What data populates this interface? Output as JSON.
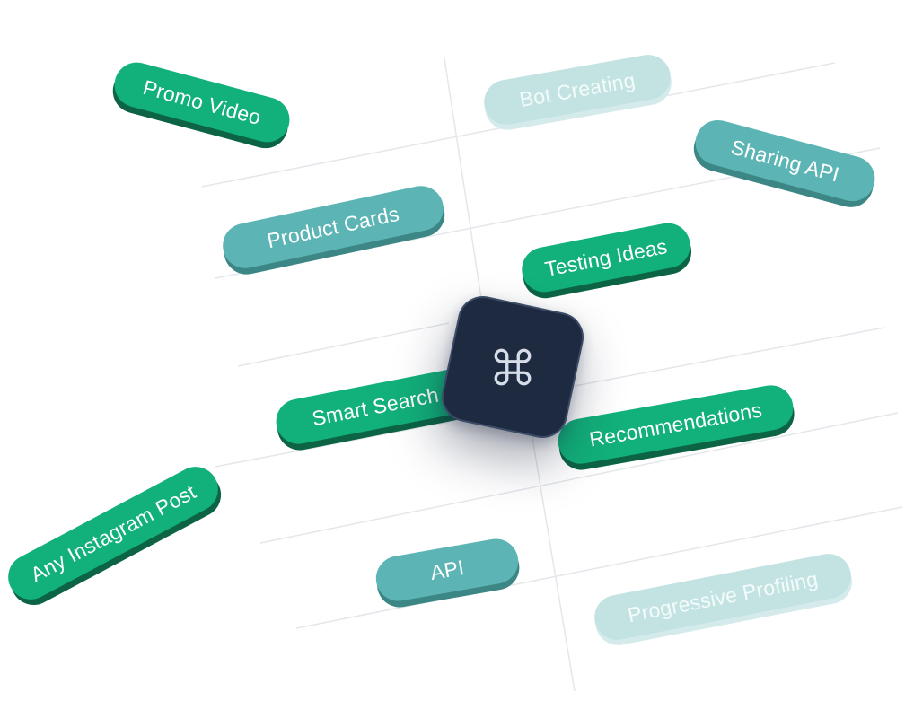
{
  "pills": [
    {
      "name": "pill-promo-video",
      "label": "Promo Video",
      "style": "green"
    },
    {
      "name": "pill-bot-creating",
      "label": "Bot Creating",
      "style": "faded"
    },
    {
      "name": "pill-sharing-api",
      "label": "Sharing API",
      "style": "teal"
    },
    {
      "name": "pill-product-cards",
      "label": "Product Cards",
      "style": "teal"
    },
    {
      "name": "pill-testing-ideas",
      "label": "Testing Ideas",
      "style": "green"
    },
    {
      "name": "pill-smart-search",
      "label": "Smart Search",
      "style": "green"
    },
    {
      "name": "pill-recommendations",
      "label": "Recommendations",
      "style": "green"
    },
    {
      "name": "pill-any-instagram-post",
      "label": "Any Instagram Post",
      "style": "green"
    },
    {
      "name": "pill-api",
      "label": "API",
      "style": "teal"
    },
    {
      "name": "pill-progressive-profiling",
      "label": "Progressive Profiling",
      "style": "faded"
    }
  ],
  "center_key": {
    "icon": "command-icon"
  },
  "colors": {
    "green": "#12b07a",
    "green_shadow": "#0c6445",
    "teal": "#5cb5b4",
    "teal_shadow": "#3c8786",
    "faded": "#c3e3e3",
    "key_background": "#1e2a40",
    "grid_line": "#e3e7eb"
  }
}
